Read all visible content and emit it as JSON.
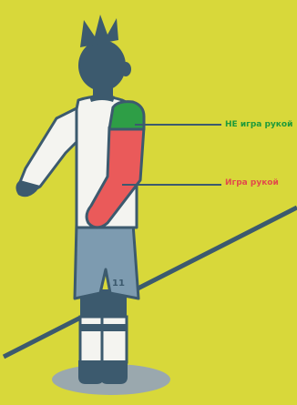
{
  "colors": {
    "background": "#d8d83a",
    "dark": "#3c5a6e",
    "shirt": "#f4f4f0",
    "shorts": "#7d9bb0",
    "shadow": "#9aa8ae",
    "not_handball_zone": "#2e9e46",
    "handball_zone": "#ea5a5a",
    "label_green": "#1e9a3a",
    "label_red": "#e24a4a"
  },
  "labels": {
    "not_handball": "НЕ игра рукой",
    "handball": "Игра рукой"
  },
  "player": {
    "number": "11"
  }
}
